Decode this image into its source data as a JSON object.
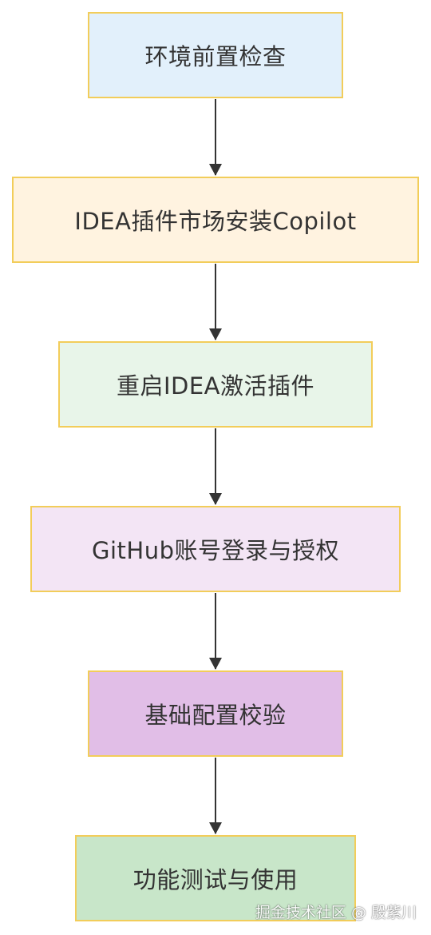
{
  "flowchart": {
    "nodes": [
      {
        "id": "n1",
        "label": "环境前置检查",
        "fill": "#e2f0fb"
      },
      {
        "id": "n2",
        "label": "IDEA插件市场安装Copilot",
        "fill": "#fff3e0"
      },
      {
        "id": "n3",
        "label": "重启IDEA激活插件",
        "fill": "#e8f5e9"
      },
      {
        "id": "n4",
        "label": "GitHub账号登录与授权",
        "fill": "#f3e5f5"
      },
      {
        "id": "n5",
        "label": "基础配置校验",
        "fill": "#e1bee7"
      },
      {
        "id": "n6",
        "label": "功能测试与使用",
        "fill": "#c8e6c9"
      }
    ],
    "edges": [
      {
        "from": "n1",
        "to": "n2"
      },
      {
        "from": "n2",
        "to": "n3"
      },
      {
        "from": "n3",
        "to": "n4"
      },
      {
        "from": "n4",
        "to": "n5"
      },
      {
        "from": "n5",
        "to": "n6"
      }
    ],
    "border_color": "#f2cd5a",
    "edge_color": "#333333"
  },
  "watermark": "掘金技术社区 @ 殷紫川"
}
